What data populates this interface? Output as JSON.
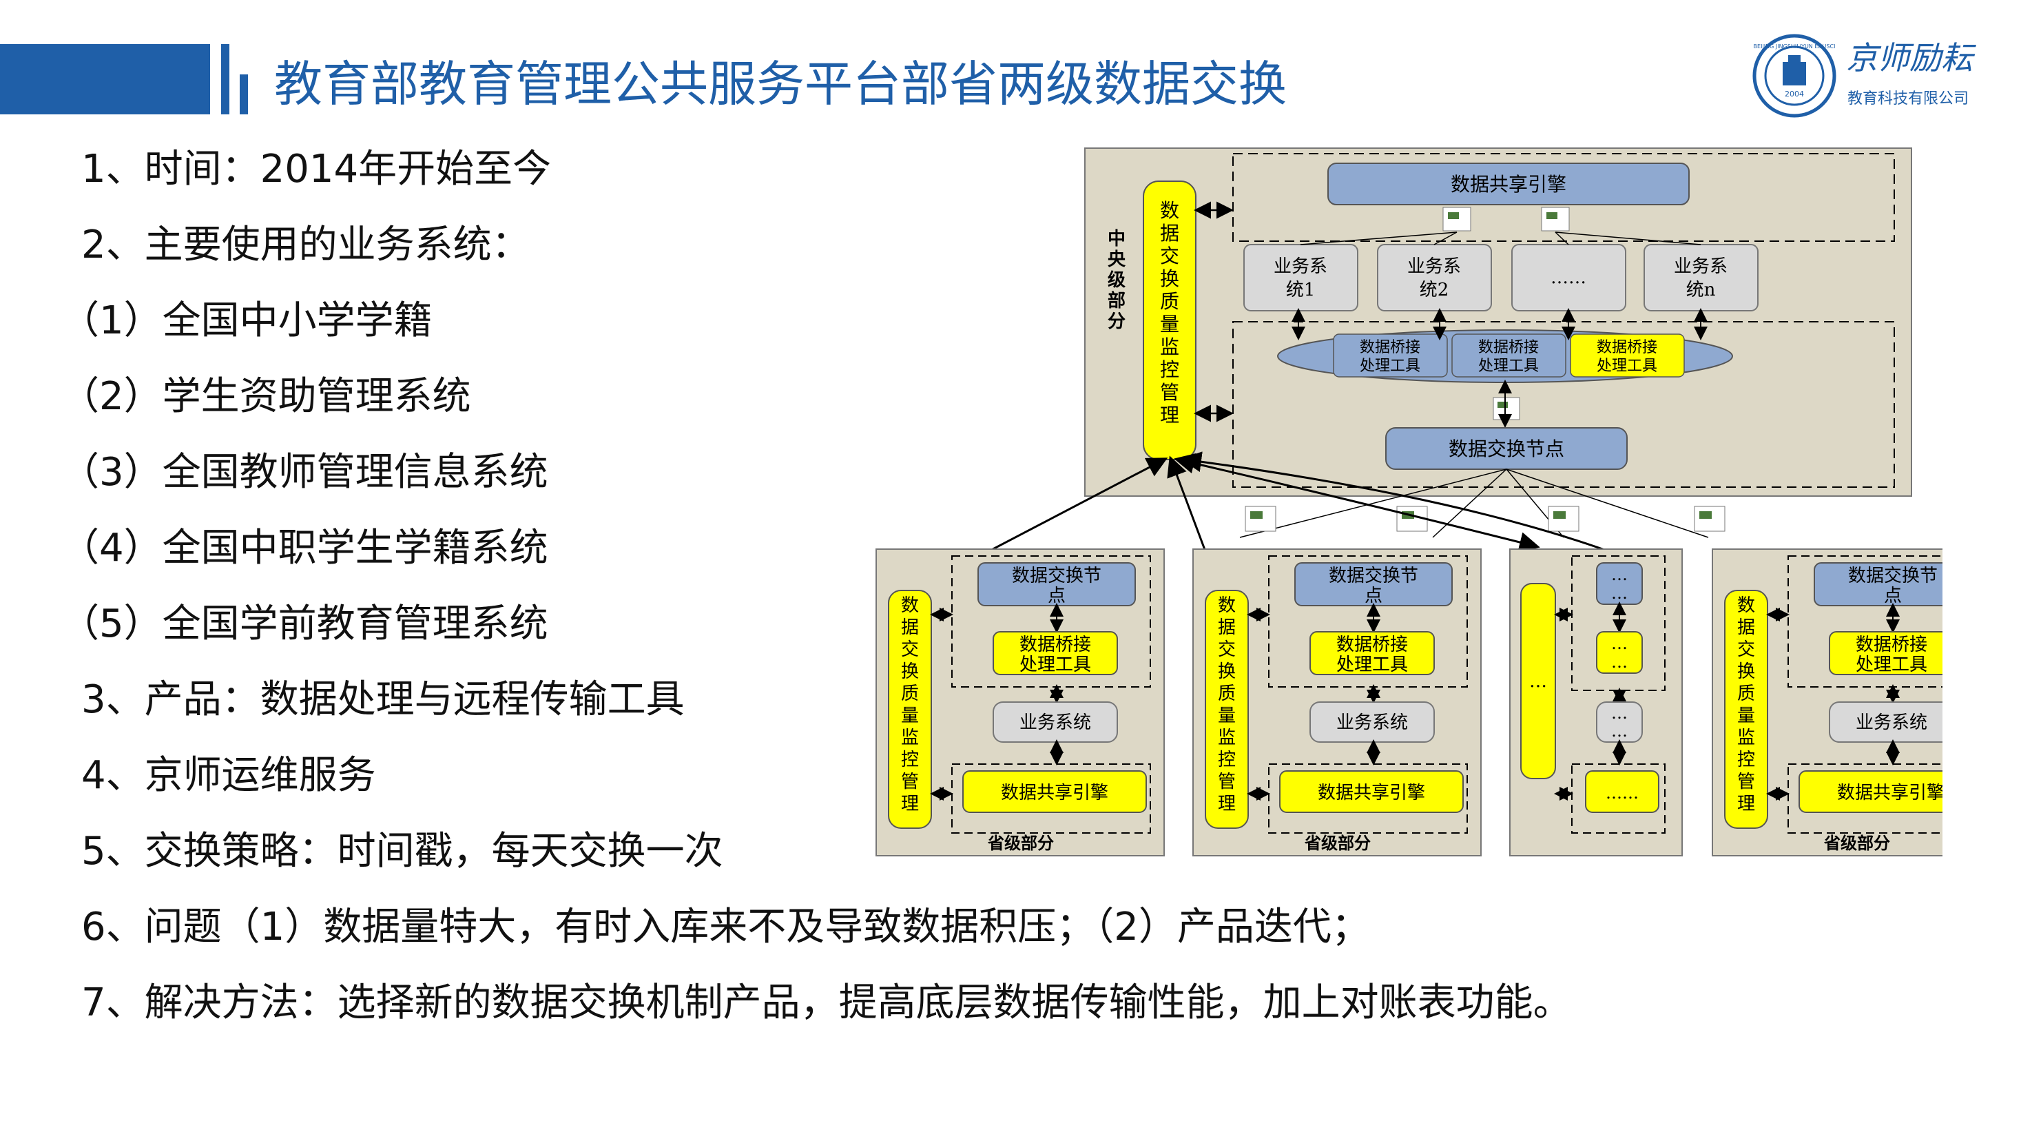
{
  "header": {
    "title": "教育部教育管理公共服务平台部省两级数据交换",
    "logo_name": "京师励耘",
    "logo_sub": "教育科技有限公司",
    "logo_seal": "BEIJING JINGSHILIYUN EDUSCI",
    "logo_year": "2004"
  },
  "list": [
    "1、时间：2014年开始至今",
    "2、主要使用的业务系统：",
    "（1）全国中小学学籍",
    "（2）学生资助管理系统",
    "（3）全国教师管理信息系统",
    "（4）全国中职学生学籍系统",
    "（5）全国学前教育管理系统",
    "3、产品：数据处理与远程传输工具",
    "4、京师运维服务",
    "5、交换策略：时间戳，每天交换一次",
    "6、问题（1）数据量特大，有时入库来不及导致数据积压；（2）产品迭代；",
    "7、解决方法：选择新的数据交换机制产品，提高底层数据传输性能，加上对账表功能。"
  ],
  "diagram": {
    "central": {
      "label": "中央级部分",
      "qc_label": "数据交换质量监控管理",
      "engine": "数据共享引擎",
      "systems": [
        "业务系统1",
        "业务系统2",
        "……",
        "业务系统n"
      ],
      "bridges": [
        "数据桥接处理工具",
        "数据桥接处理工具",
        "数据桥接处理工具"
      ],
      "node": "数据交换节点"
    },
    "provincial": {
      "label": "省级部分",
      "qc_label": "数据交换质量监控管理",
      "node": "数据交换节点",
      "bridge": "数据桥接处理工具",
      "system": "业务系统",
      "engine": "数据共享引擎"
    },
    "ellipsis": {
      "qc": "…",
      "node": "…",
      "bridge": "…",
      "system": "…",
      "engine": "……"
    }
  },
  "colors": {
    "primary_blue": "#1f5fa8",
    "panel_bg": "#ddd8c6",
    "yellow": "#ffff00",
    "slate_blue": "#8fa9d0",
    "gray_box": "#d9d9d9"
  }
}
